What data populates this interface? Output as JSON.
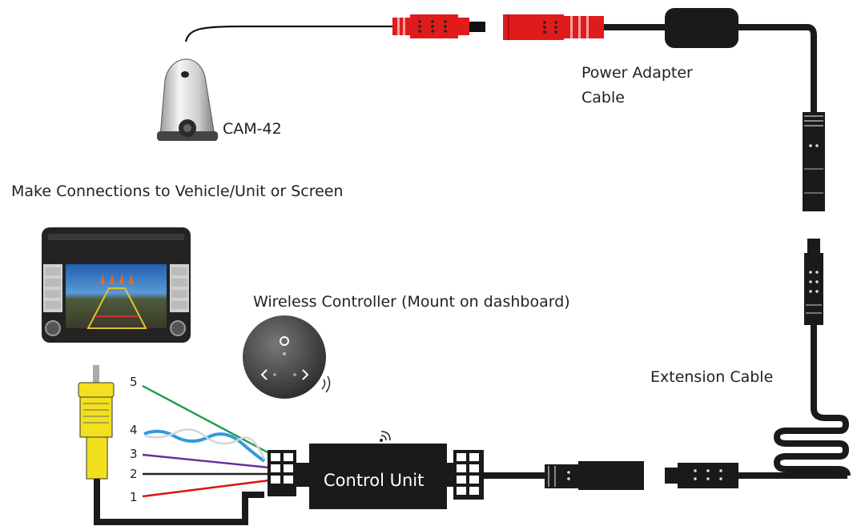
{
  "labels": {
    "camera": "CAM-42",
    "power_line1": "Power Adapter",
    "power_line2": "Cable",
    "connections": "Make Connections to Vehicle/Unit or Screen",
    "wireless": "Wireless Controller (Mount on dashboard)",
    "extension": "Extension Cable",
    "control_unit": "Control Unit"
  },
  "wires": [
    {
      "number": "5",
      "color": "#1a9a4a"
    },
    {
      "number": "4",
      "color": "#3399dd"
    },
    {
      "number": "3",
      "color": "#6a2b9a"
    },
    {
      "number": "2",
      "color": "#222222"
    },
    {
      "number": "1",
      "color": "#dd1111"
    }
  ],
  "colors": {
    "connector_red": "#e01b1b",
    "cable_black": "#1a1a1a",
    "rca_yellow": "#f2e01e"
  }
}
